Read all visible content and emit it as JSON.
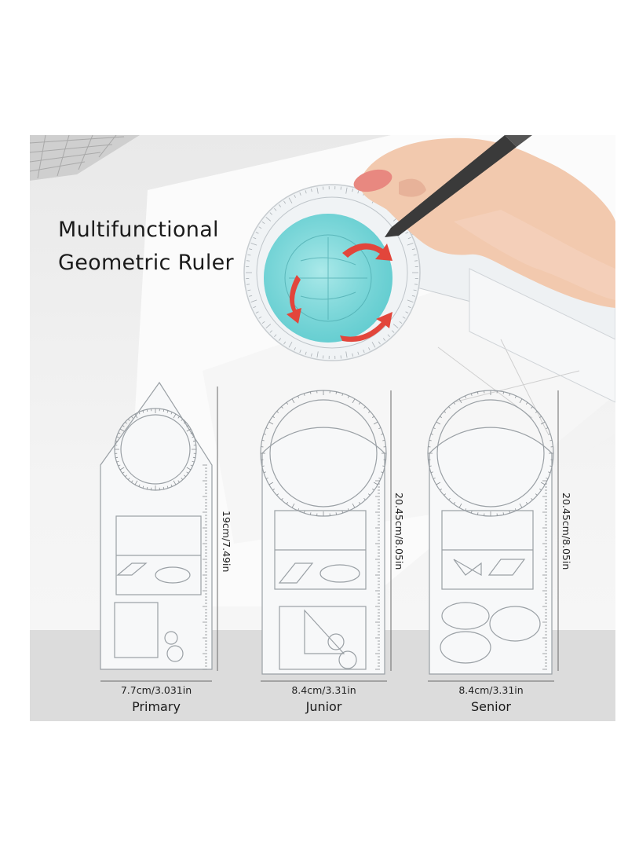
{
  "headline": {
    "line1": "Multifunctional",
    "line2": "Geometric Ruler"
  },
  "rulers": [
    {
      "name": "Primary",
      "width": "7.7cm/3.031in",
      "height": "19cm/7.49in"
    },
    {
      "name": "Junior",
      "width": "8.4cm/3.31in",
      "height": "20.45cm/8.05in"
    },
    {
      "name": "Senior",
      "width": "8.4cm/3.31in",
      "height": "20.45cm/8.05in"
    }
  ]
}
